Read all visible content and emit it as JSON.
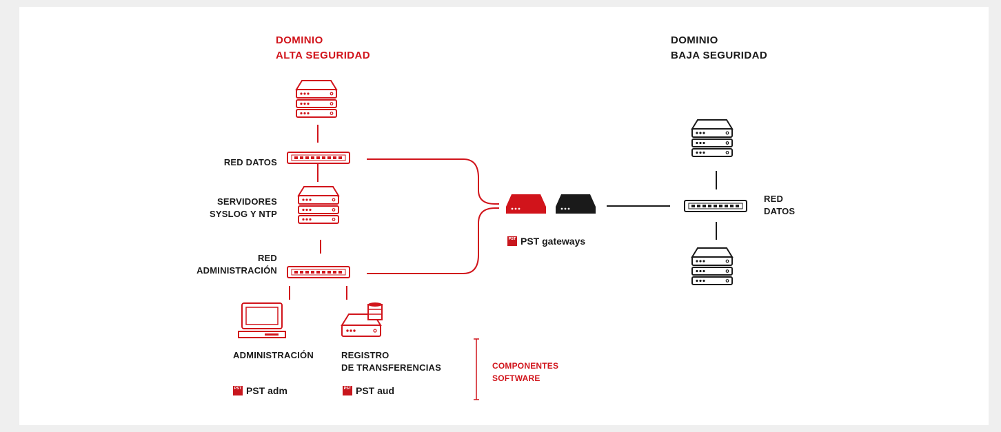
{
  "colors": {
    "accent": "#d1141b",
    "dark": "#1a1a1a"
  },
  "high_domain": {
    "title_line1": "DOMINIO",
    "title_line2": "ALTA SEGURIDAD"
  },
  "low_domain": {
    "title_line1": "DOMINIO",
    "title_line2": "BAJA SEGURIDAD"
  },
  "high_labels": {
    "red_datos": "RED DATOS",
    "servidores_line1": "SERVIDORES",
    "servidores_line2": "SYSLOG Y NTP",
    "red_admin_line1": "RED",
    "red_admin_line2": "ADMINISTRACIÓN",
    "admin": "ADMINISTRACIÓN",
    "registro_line1": "REGISTRO",
    "registro_line2": "DE TRANSFERENCIAS"
  },
  "low_labels": {
    "red_line1": "RED",
    "red_line2": "DATOS"
  },
  "products": {
    "badge": "PST",
    "gateways": "PST gateways",
    "adm": "PST adm",
    "aud": "PST aud"
  },
  "legend": {
    "line1": "COMPONENTES",
    "line2": "SOFTWARE"
  },
  "icons": [
    "server-icon",
    "network-switch-icon",
    "laptop-icon",
    "database-icon",
    "gateway-appliance-icon"
  ]
}
